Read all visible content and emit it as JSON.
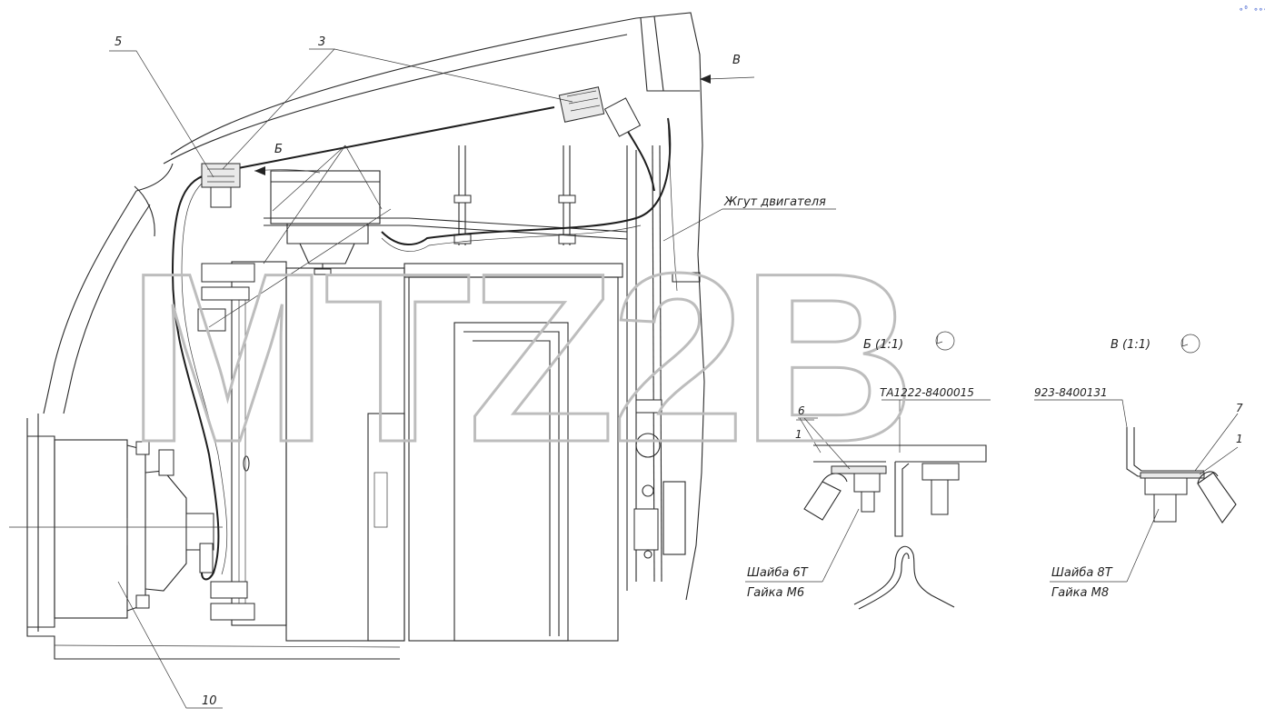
{
  "callouts": {
    "c5": "5",
    "c3": "3",
    "c10": "10",
    "c6": "6",
    "c1a": "1",
    "c7": "7",
    "c1b": "1"
  },
  "views": {
    "view_b_arrow": "Б",
    "view_v_arrow": "В",
    "section_b": "Б (1:1)",
    "section_v": "В (1:1)"
  },
  "labels": {
    "harness": "Жгут двигателя",
    "part_left": "ТА1222-8400015",
    "part_right": "923-8400131",
    "washer_6": "Шайба 6Т",
    "nut_6": "Гайка М6",
    "washer_8": "Шайба 8Т",
    "nut_8": "Гайка М8"
  },
  "watermark": "MTZ2B",
  "corner_mark": "∘⁰ ∘∘∘"
}
